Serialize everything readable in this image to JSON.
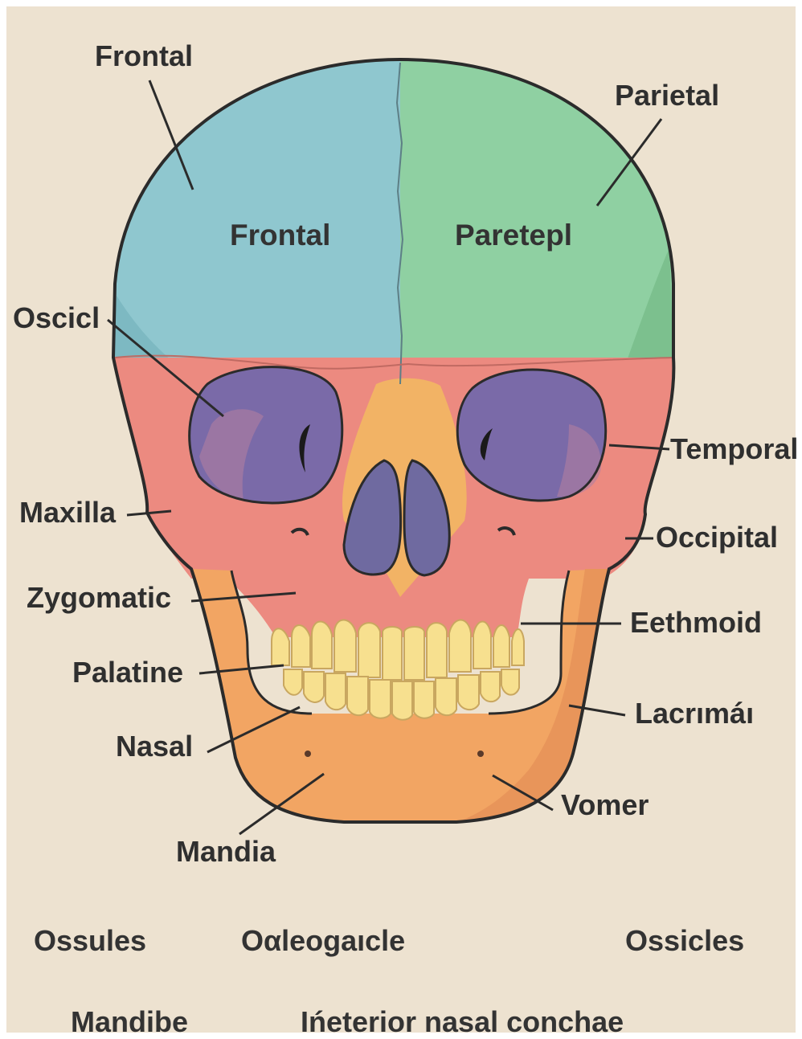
{
  "diagram": {
    "labels": {
      "frontal": "Frontal",
      "parietal": "Parietal",
      "oscicl": "Oscicl",
      "temporal": "Temporal",
      "maxilla": "Maxilla",
      "occipital": "Occipital",
      "zygomatic": "Zygomatic",
      "eethmoid": "Eethmoid",
      "palatine": "Palatine",
      "lacrimal": "Lacrımáı",
      "nasal": "Nasal",
      "vomer": "Vomer",
      "mandia": "Mandia"
    },
    "inner_labels": {
      "frontal": "Frontal",
      "paretepl": "Paretepl"
    },
    "bottom_text": {
      "ossules": "Ossules",
      "oaleogaicle": "Oαleogaıcle",
      "ossicles": "Ossicles",
      "mandibe": "Mandibe",
      "conchae": "Ińeterior nasal conchae"
    }
  },
  "colors": {
    "background": "#ede2d0",
    "frontal": "#8fc7cf",
    "parietal": "#8fd0a2",
    "temporal_band": "#ec8a80",
    "orbit": "#7a6aa8",
    "nasal_bone": "#f2b365",
    "mandible": "#f2a563",
    "teeth": "#f7e08f",
    "outline": "#2b2b2b"
  }
}
